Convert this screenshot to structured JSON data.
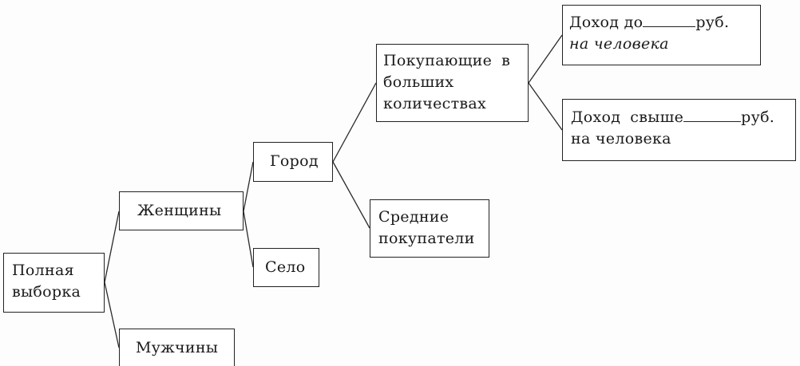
{
  "tree": {
    "root": {
      "lines": [
        "Полная",
        "выборка"
      ]
    },
    "women": {
      "lines": [
        "Женщины"
      ]
    },
    "men": {
      "lines": [
        "Мужчины"
      ]
    },
    "city": {
      "lines": [
        "Город"
      ]
    },
    "village": {
      "lines": [
        "Село"
      ]
    },
    "big_buyers": {
      "line1_a": "Покупающие",
      "line1_b": "в",
      "line2": "больших",
      "line3": "количествах"
    },
    "mid_buyers": {
      "lines": [
        "Средние",
        "покупатели"
      ]
    },
    "income_low": {
      "prefix": "Доход до",
      "suffix": "руб.",
      "line2": "на человека"
    },
    "income_high": {
      "prefix_a": "Доход",
      "prefix_b": "свыше",
      "suffix": "руб.",
      "line2": "на человека"
    }
  }
}
